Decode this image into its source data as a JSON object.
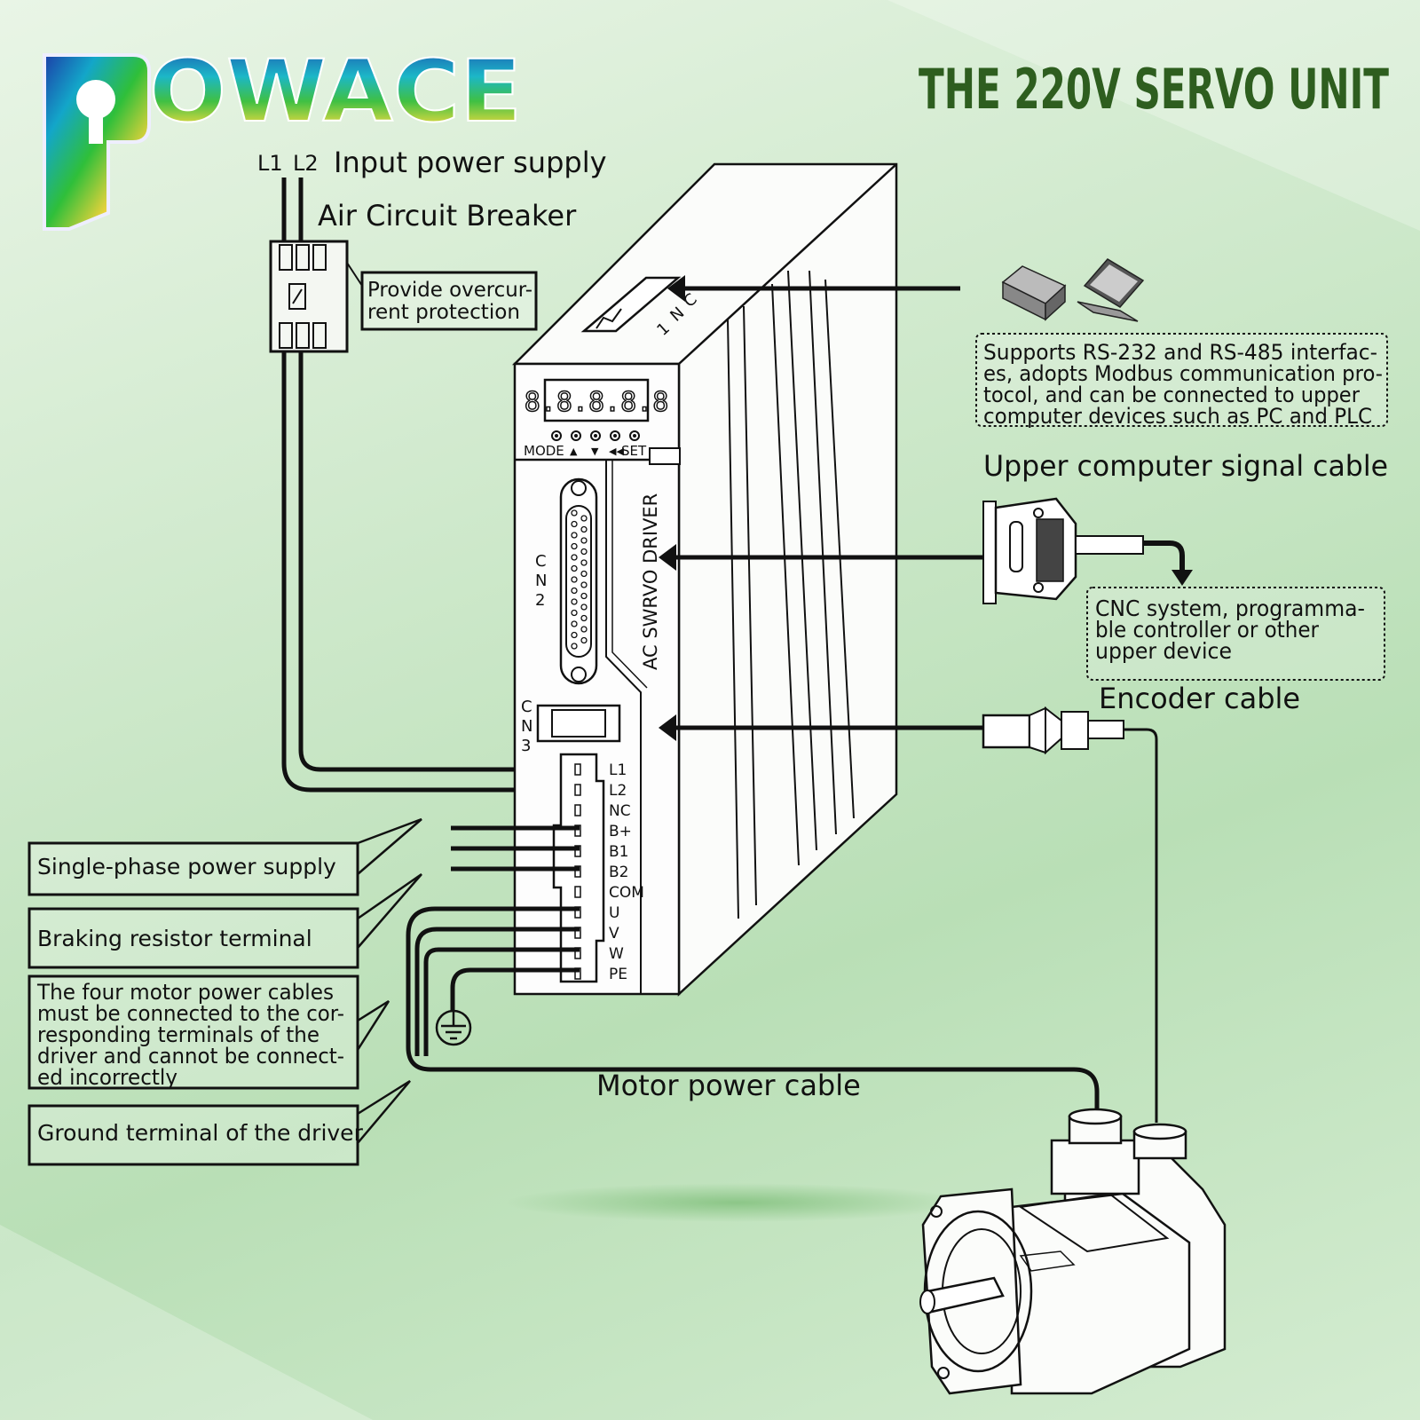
{
  "brand": {
    "logo_text": "OWACE"
  },
  "title": "THE 220V SERVO UNIT",
  "power": {
    "l1": "L1",
    "l2": "L2",
    "input_label": "Input power supply",
    "breaker_label": "Air Circuit Breaker",
    "breaker_note": [
      "Provide overcur-",
      "rent protection"
    ]
  },
  "driver": {
    "display": "8.8.8.8.8",
    "buttons": [
      "MODE",
      "▲",
      "▼",
      "◀◀",
      "SET"
    ],
    "port_cn1": [
      "C",
      "N",
      "1"
    ],
    "port_cn2": [
      "C",
      "N",
      "2"
    ],
    "port_cn3": [
      "C",
      "N",
      "3"
    ],
    "side_text": "AC  SWRVO DRIVER",
    "terminals": [
      "L1",
      "L2",
      "NC",
      "B+",
      "B1",
      "B2",
      "COM",
      "U",
      "V",
      "W",
      "PE"
    ]
  },
  "comm_note": [
    "Supports RS-232 and RS-485 interfac-",
    "es, adopts Modbus communication pro-",
    "tocol, and can be connected to upper",
    "computer devices such as PC and PLC"
  ],
  "upper_cable_label": "Upper computer signal cable",
  "upper_device_note": [
    "CNC system, programma-",
    "ble controller or other",
    "upper device"
  ],
  "encoder_cable_label": "Encoder cable",
  "motor_power_label": "Motor power cable",
  "callouts": {
    "single_phase": "Single-phase power supply",
    "braking": "Braking resistor terminal",
    "four_cables": [
      "The four motor power cables",
      "must be connected to the cor-",
      "responding terminals of the",
      "driver and cannot be connect-",
      "ed incorrectly"
    ],
    "ground": "Ground terminal of the driver"
  }
}
